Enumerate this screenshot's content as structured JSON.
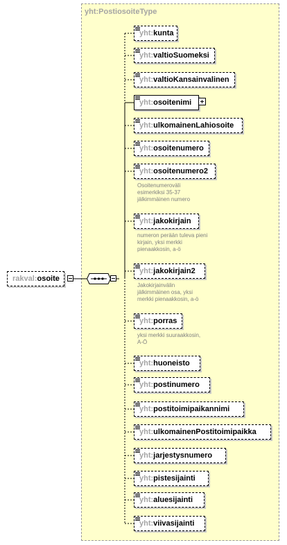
{
  "root_element": {
    "prefix": "yht:",
    "name": "PostiosoiteType"
  },
  "parent_element": {
    "prefix": "rakval:",
    "name": "osoite"
  },
  "elements": [
    {
      "prefix": "yht:",
      "name": "kunta"
    },
    {
      "prefix": "yht:",
      "name": "valtioSuomeksi"
    },
    {
      "prefix": "yht:",
      "name": "valtioKansainvalinen"
    },
    {
      "prefix": "yht:",
      "name": "osoitenimi"
    },
    {
      "prefix": "yht:",
      "name": "ulkomainenLahiosoite"
    },
    {
      "prefix": "yht:",
      "name": "osoitenumero"
    },
    {
      "prefix": "yht:",
      "name": "osoitenumero2",
      "note": [
        "Osoitenumeroväli",
        "esimerkiksi 35-37",
        "jälkimmäinen numero"
      ]
    },
    {
      "prefix": "yht:",
      "name": "jakokirjain",
      "note": [
        "numeron perään tuleva pieni",
        "kirjain, yksi merkki",
        "pienaakkosin, a-ö"
      ]
    },
    {
      "prefix": "yht:",
      "name": "jakokirjain2",
      "note": [
        "Jakokirjainvälin",
        "jälkimmäinen osa, yksi",
        "merkki pienaakkosin, a-ö"
      ]
    },
    {
      "prefix": "yht:",
      "name": "porras",
      "note": [
        "yksi merkki suuraakkosin,",
        "A-Ö"
      ]
    },
    {
      "prefix": "yht:",
      "name": "huoneisto"
    },
    {
      "prefix": "yht:",
      "name": "postinumero"
    },
    {
      "prefix": "yht:",
      "name": "postitoimipaikannimi"
    },
    {
      "prefix": "yht:",
      "name": "ulkomainenPostitoimipaikka"
    },
    {
      "prefix": "yht:",
      "name": "jarjestysnumero"
    },
    {
      "prefix": "yht:",
      "name": "pistesijainti"
    },
    {
      "prefix": "yht:",
      "name": "aluesijainti"
    },
    {
      "prefix": "yht:",
      "name": "viivasijainti"
    }
  ]
}
